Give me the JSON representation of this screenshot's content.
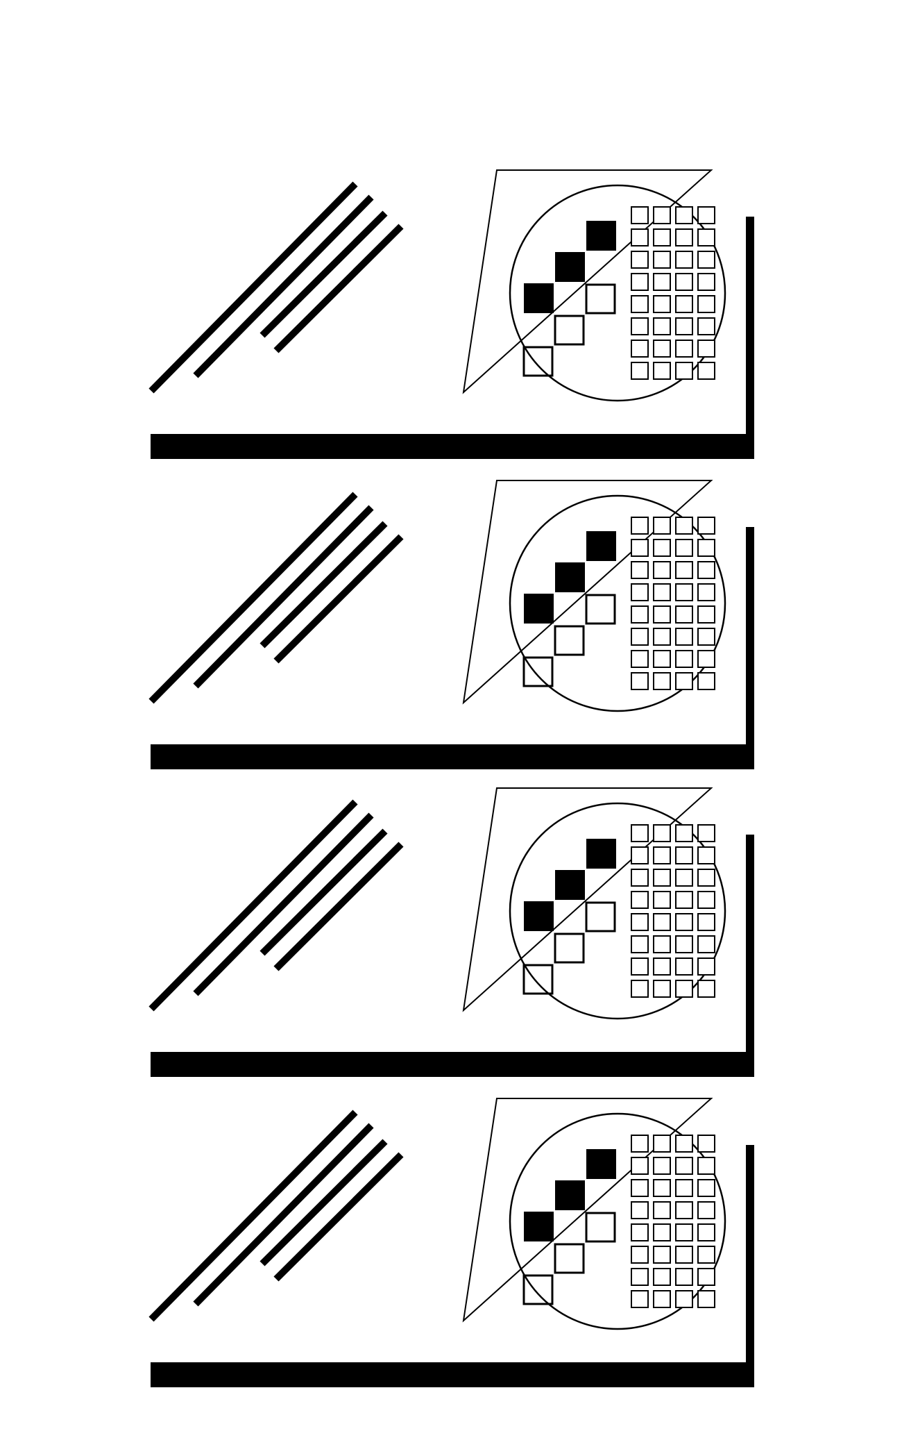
{
  "figure": {
    "description_free": true,
    "colors": {
      "background": "#ffffff",
      "ink": "#000000"
    },
    "panels": [
      {
        "id": 1,
        "filled_squares": 3,
        "outline_diagonal_squares": 3,
        "grid_rows": 8,
        "grid_cols": 4
      },
      {
        "id": 2,
        "filled_squares": 3,
        "outline_diagonal_squares": 3,
        "grid_rows": 8,
        "grid_cols": 4
      },
      {
        "id": 3,
        "filled_squares": 3,
        "outline_diagonal_squares": 3,
        "grid_rows": 8,
        "grid_cols": 4
      },
      {
        "id": 4,
        "filled_squares": 3,
        "outline_diagonal_squares": 3,
        "grid_rows": 8,
        "grid_cols": 4
      }
    ],
    "icons": [
      "diagonal-stripes-icon",
      "circle-icon",
      "trapezoid-icon",
      "square-grid-icon",
      "l-bracket-icon"
    ]
  }
}
